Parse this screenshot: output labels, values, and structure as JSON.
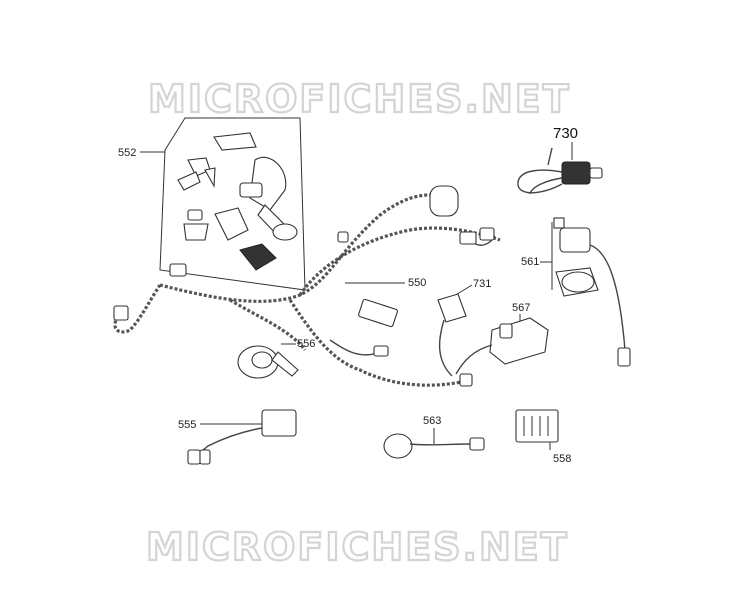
{
  "watermark": {
    "top": "MICROFICHES.NET",
    "bottom": "MICROFICHES.NET"
  },
  "callouts": {
    "p552": "552",
    "p730": "730",
    "p561": "561",
    "p550": "550",
    "p731": "731",
    "p567": "567",
    "p556": "556",
    "p555": "555",
    "p563": "563",
    "p558": "558"
  }
}
